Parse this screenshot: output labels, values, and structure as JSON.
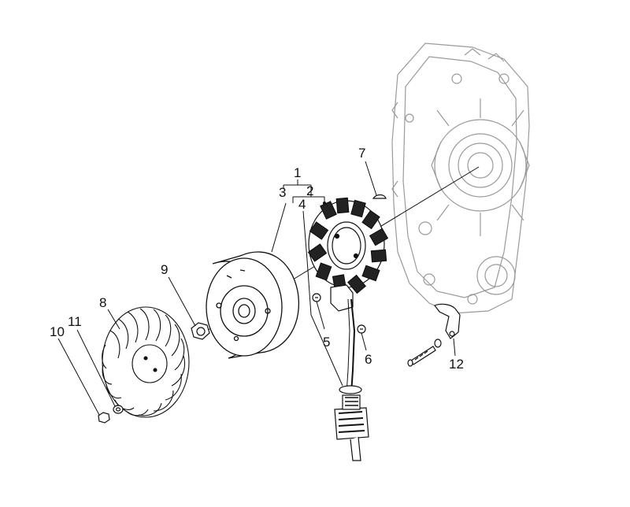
{
  "diagram": {
    "type": "exploded-parts-diagram",
    "callouts": [
      {
        "id": "1",
        "label": "1"
      },
      {
        "id": "2",
        "label": "2"
      },
      {
        "id": "3",
        "label": "3"
      },
      {
        "id": "4",
        "label": "4"
      },
      {
        "id": "5",
        "label": "5"
      },
      {
        "id": "6",
        "label": "6"
      },
      {
        "id": "7",
        "label": "7"
      },
      {
        "id": "8",
        "label": "8"
      },
      {
        "id": "9",
        "label": "9"
      },
      {
        "id": "10",
        "label": "10"
      },
      {
        "id": "11",
        "label": "11"
      },
      {
        "id": "12",
        "label": "12"
      }
    ],
    "colors": {
      "line": "#111111",
      "faint": "#9a9a9a",
      "background": "#ffffff"
    }
  }
}
